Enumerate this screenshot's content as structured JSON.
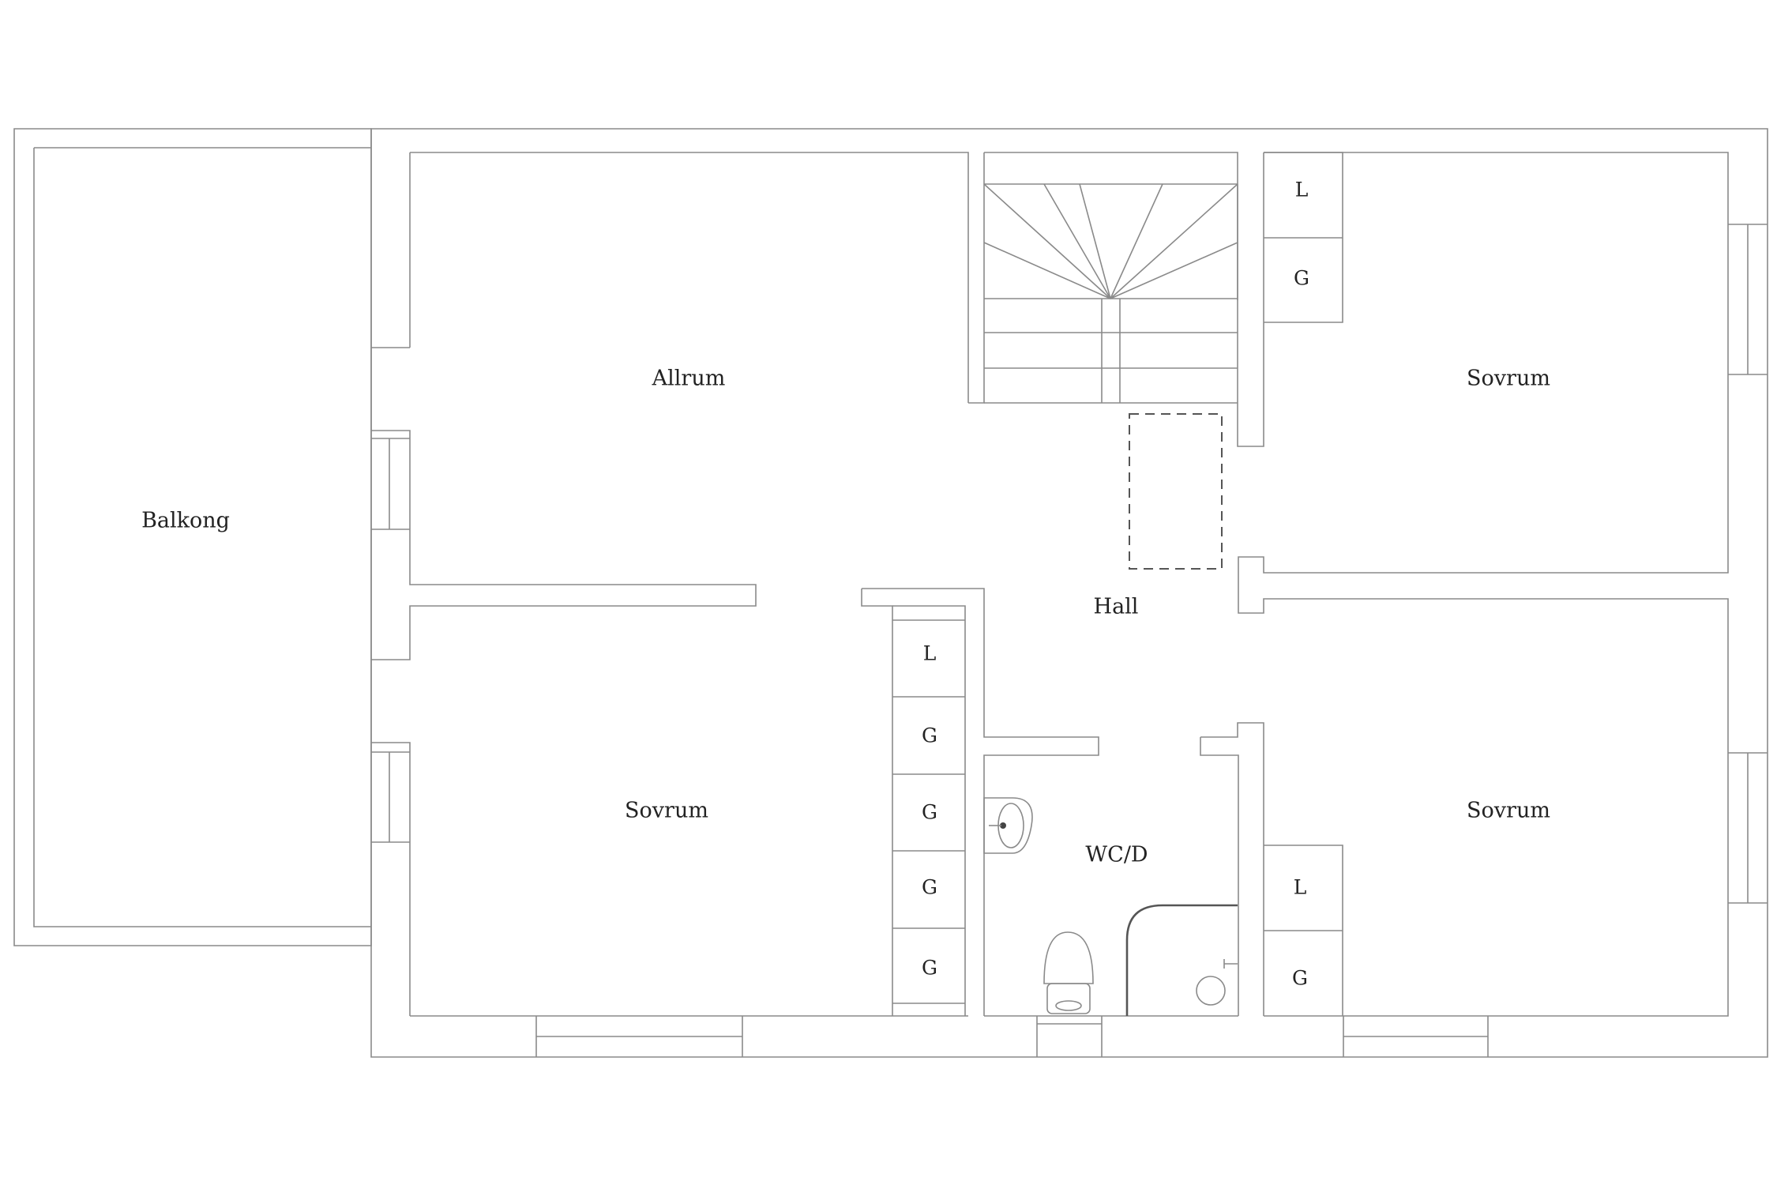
{
  "rooms": {
    "balkong": "Balkong",
    "allrum": "Allrum",
    "hall": "Hall",
    "wc": "WC/D",
    "sovrum_top_right": "Sovrum",
    "sovrum_bottom_left": "Sovrum",
    "sovrum_bottom_right": "Sovrum"
  },
  "closets": {
    "top_right": [
      "L",
      "G"
    ],
    "middle_column": [
      "L",
      "G",
      "G",
      "G",
      "G"
    ],
    "bottom_right": [
      "L",
      "G"
    ]
  }
}
